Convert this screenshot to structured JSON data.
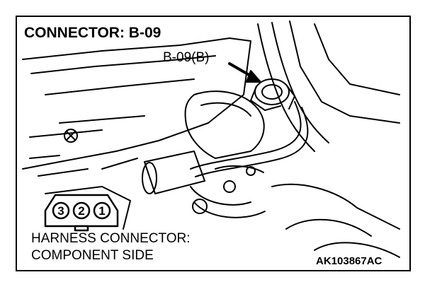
{
  "diagram": {
    "title": "CONNECTOR: B-09",
    "callout_label": "B-09(B)",
    "harness_label_line1": "HARNESS CONNECTOR:",
    "harness_label_line2": "COMPONENT SIDE",
    "figure_code": "AK103867AC",
    "connector_pins": [
      "3",
      "2",
      "1"
    ]
  }
}
